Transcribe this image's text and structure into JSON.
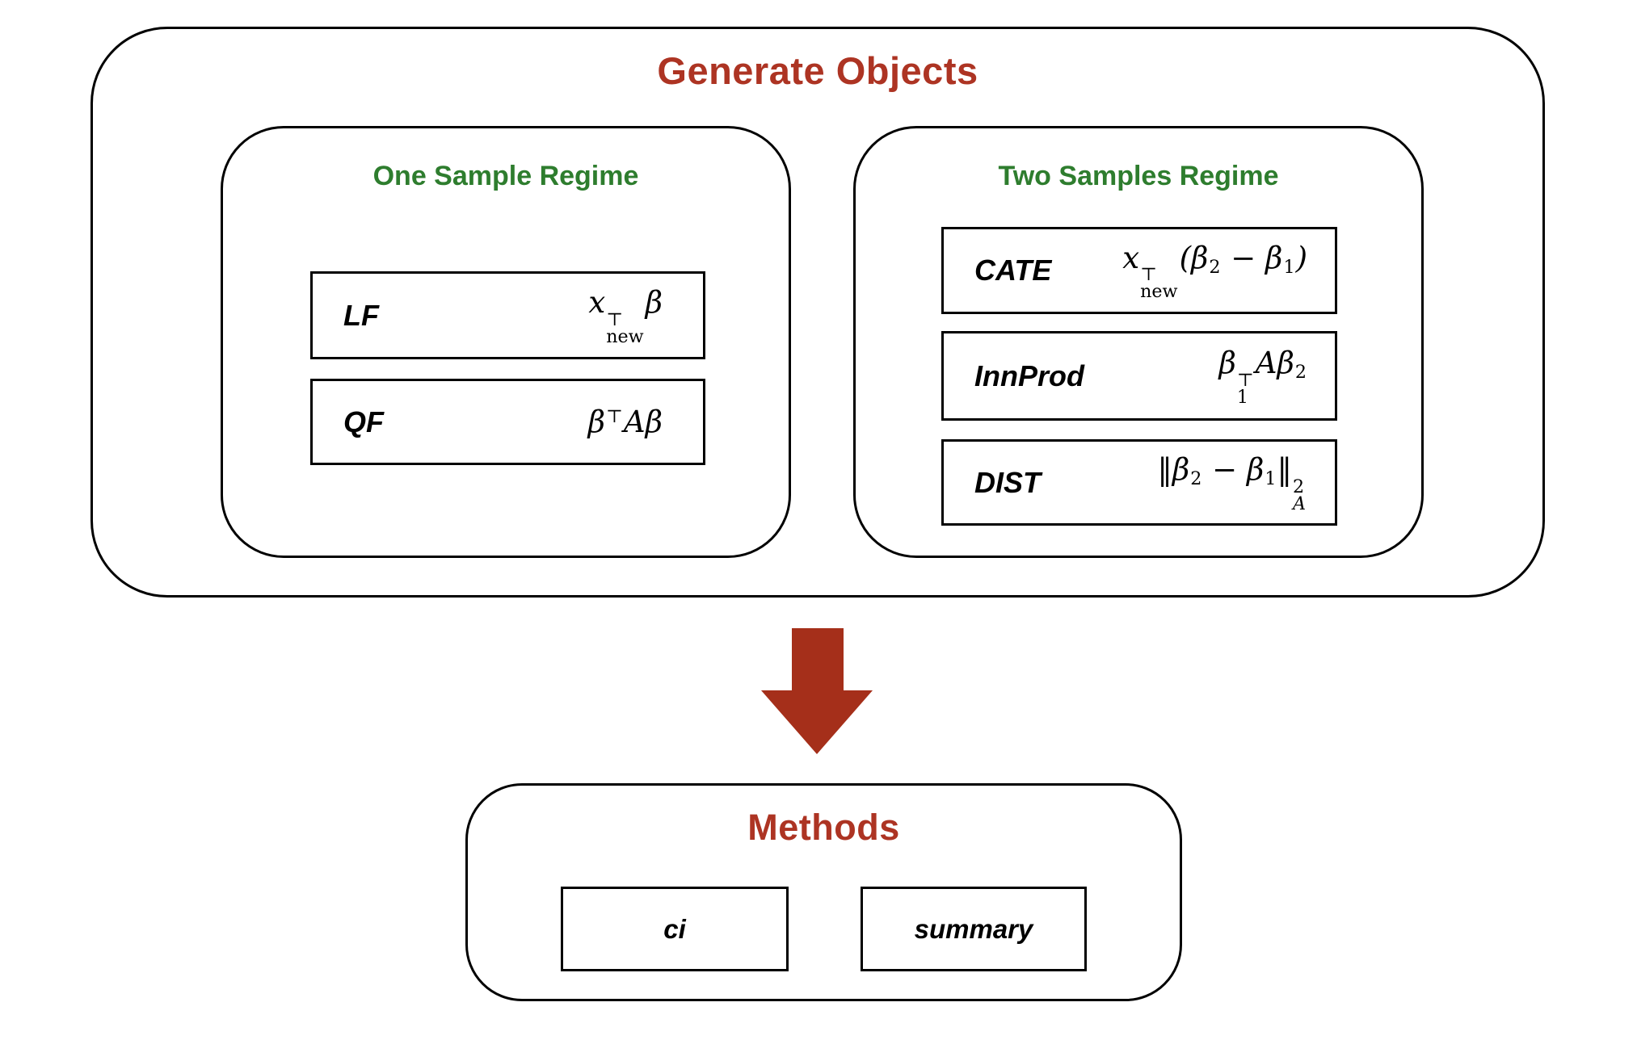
{
  "colors": {
    "accent_red": "#ad3423",
    "arrow_red": "#a52f1a",
    "heading_green": "#2e7d2e",
    "box_border": "#000000",
    "background": "#ffffff"
  },
  "generate_objects": {
    "title": "Generate Objects",
    "one_sample": {
      "title": "One Sample Regime",
      "items": [
        {
          "label": "LF",
          "formula": [
            "x",
            {
              "sup": "⊤",
              "sub": "new"
            },
            "β"
          ]
        },
        {
          "label": "QF",
          "formula": [
            "β",
            {
              "sup": "⊤"
            },
            "Aβ"
          ]
        }
      ]
    },
    "two_samples": {
      "title": "Two Samples Regime",
      "items": [
        {
          "label": "CATE",
          "formula": [
            "x",
            {
              "sup": "⊤",
              "sub": "new"
            },
            "(β",
            {
              "sub": "2"
            },
            " − β",
            {
              "sub": "1"
            },
            ")"
          ]
        },
        {
          "label": "InnProd",
          "formula": [
            "β",
            {
              "sup": "⊤",
              "sub": "1"
            },
            "Aβ",
            {
              "sub": "2"
            }
          ]
        },
        {
          "label": "DIST",
          "formula": [
            "‖β",
            {
              "sub": "2"
            },
            " − β",
            {
              "sub": "1"
            },
            "‖",
            {
              "sup": "2",
              "sub": "A",
              "subItalic": true
            }
          ]
        }
      ]
    }
  },
  "arrow": {
    "name": "down-arrow"
  },
  "methods": {
    "title": "Methods",
    "items": [
      {
        "label": "ci"
      },
      {
        "label": "summary"
      }
    ]
  }
}
